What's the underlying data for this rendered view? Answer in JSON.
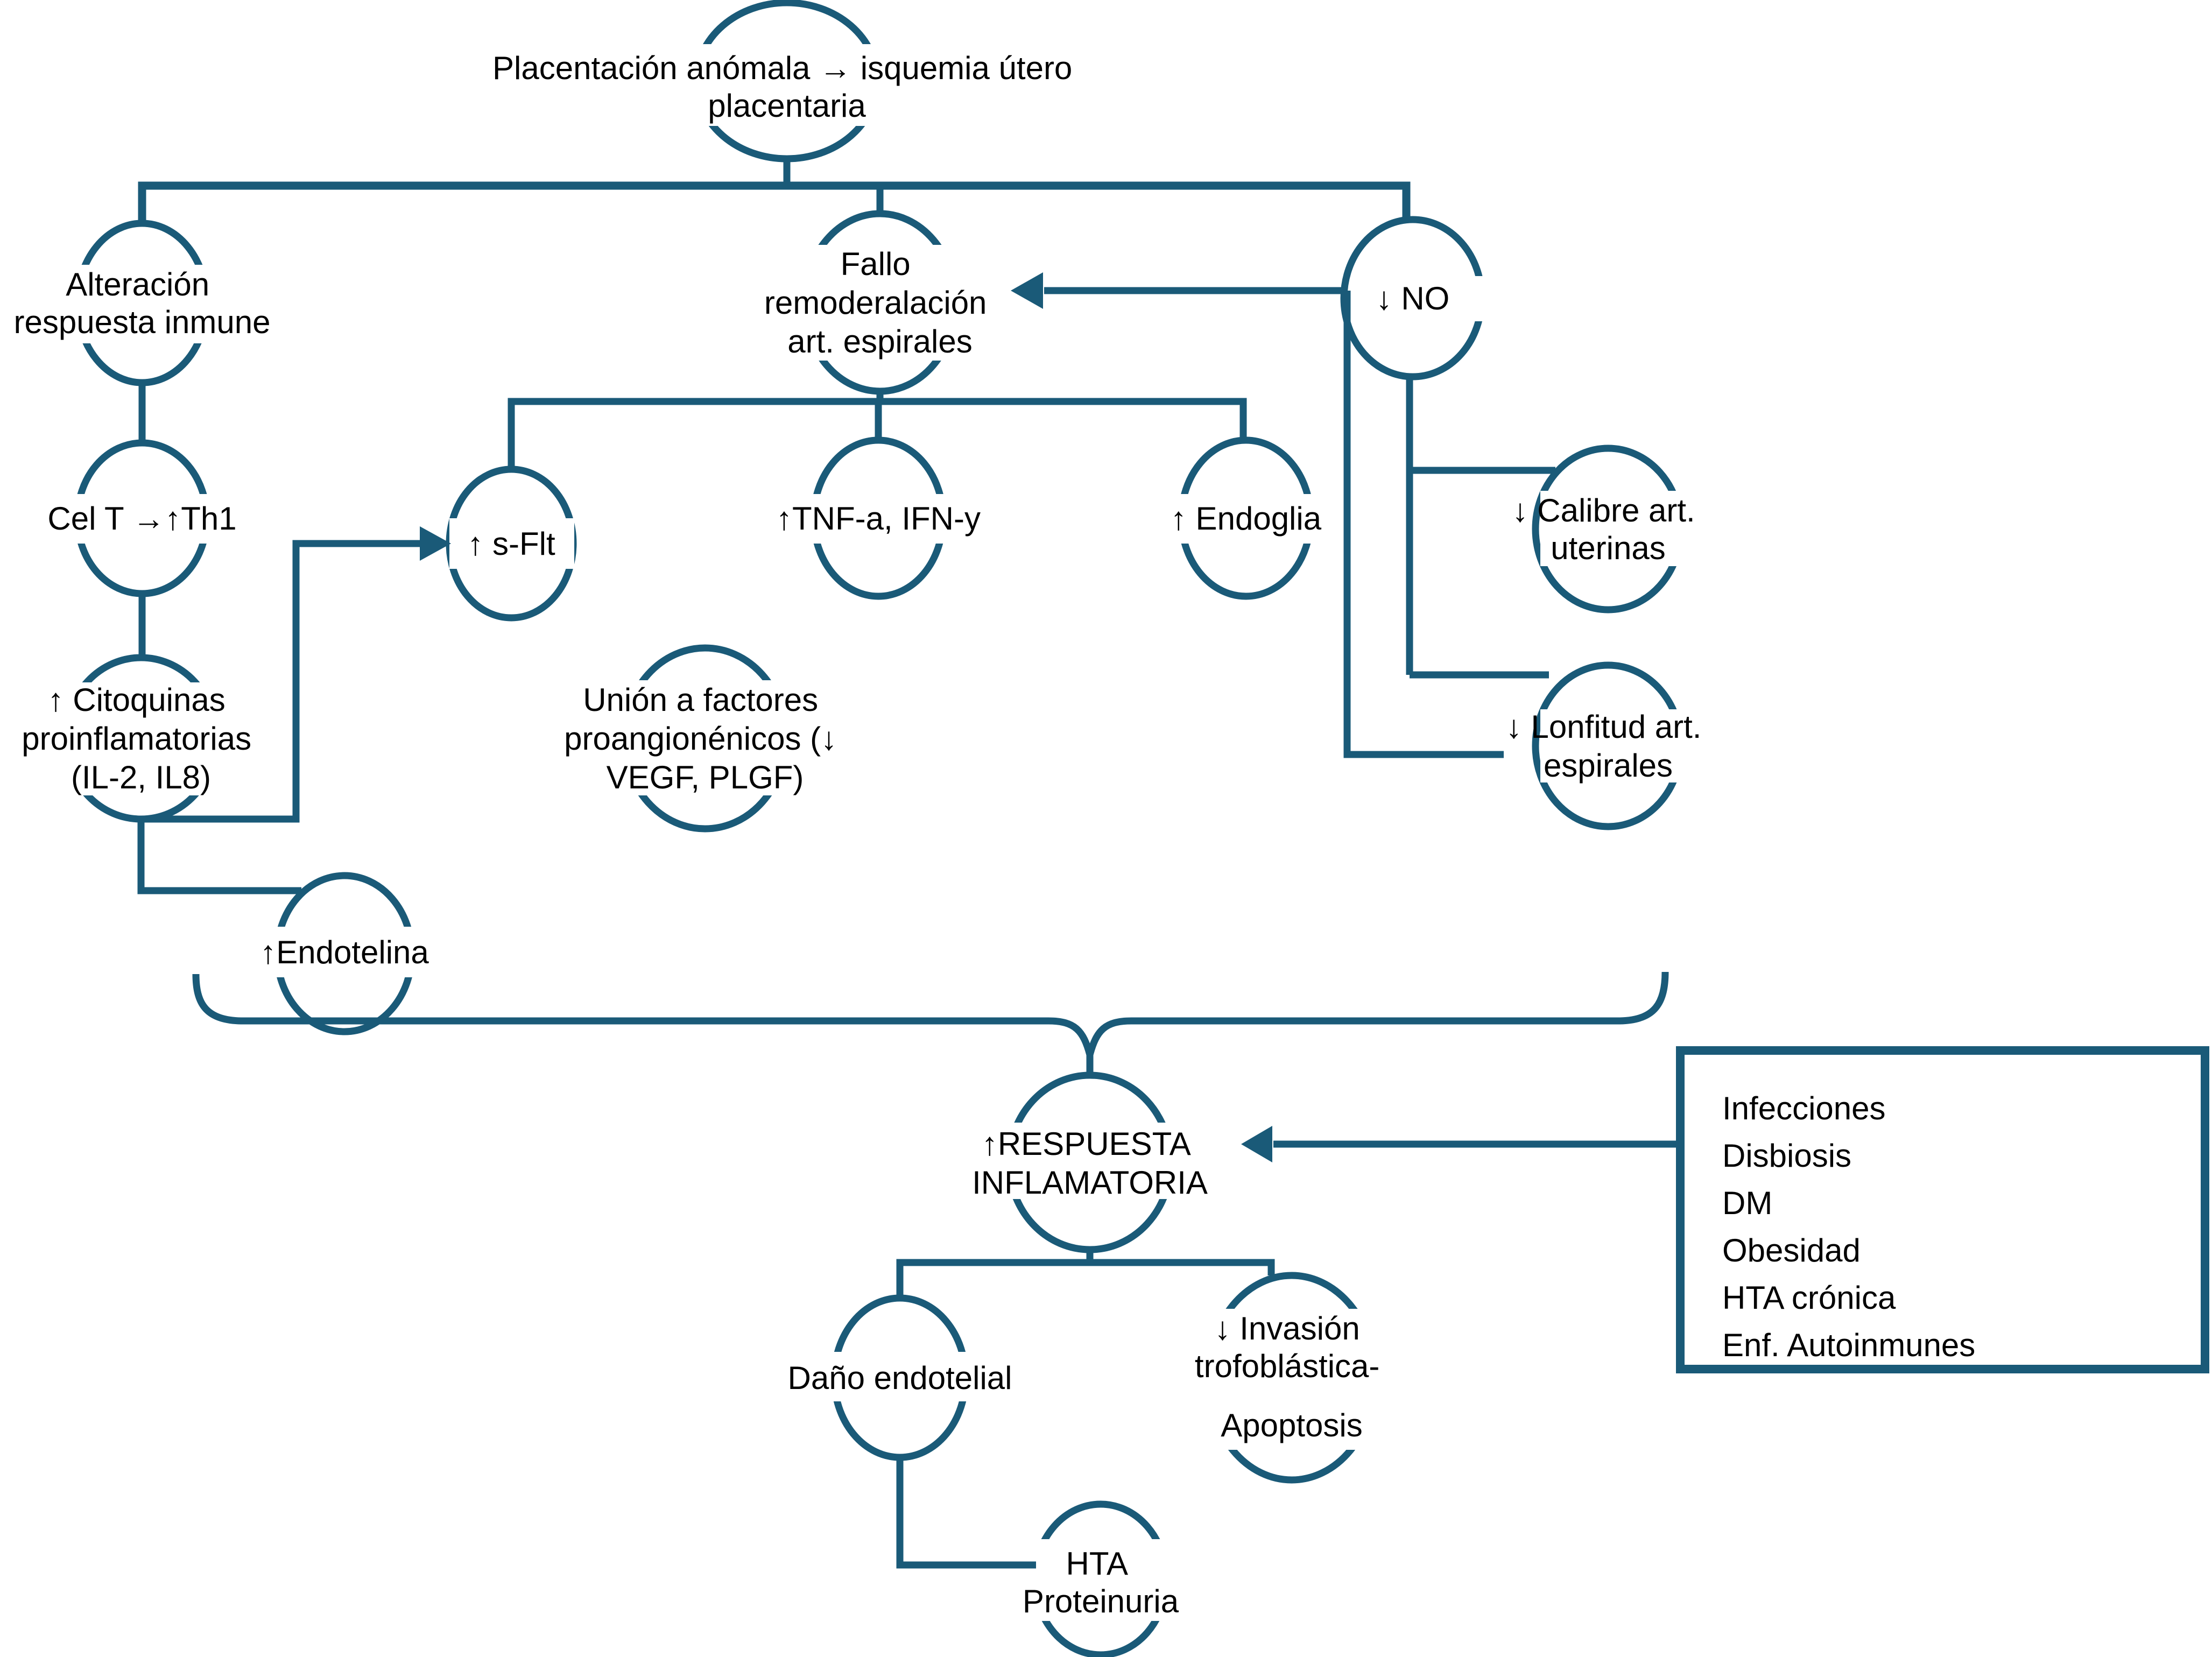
{
  "colors": {
    "line": "#1a5a78",
    "text": "#000000",
    "background": "#ffffff"
  },
  "nodes": {
    "placentacion": {
      "lines": [
        "Placentación anómala → isquemia útero",
        "placentaria"
      ]
    },
    "alteracion_inmune": {
      "lines": [
        "Alteración",
        "respuesta inmune"
      ]
    },
    "fallo_remodelacion": {
      "lines": [
        "Fallo",
        "remoderalación",
        "art. espirales"
      ]
    },
    "no": {
      "lines": [
        "↓ NO"
      ]
    },
    "cel_t": {
      "lines": [
        "Cel T →↑Th1"
      ]
    },
    "s_flt": {
      "lines": [
        "↑ s-Flt"
      ]
    },
    "tnf_ifn": {
      "lines": [
        "↑TNF-a, IFN-y"
      ]
    },
    "endoglia": {
      "lines": [
        "↑ Endoglia"
      ]
    },
    "calibre": {
      "lines": [
        "↓ Calibre art.",
        "uterinas"
      ]
    },
    "citoquinas": {
      "lines": [
        "↑ Citoquinas",
        "proinflamatorias",
        "(IL-2, IL8)"
      ]
    },
    "union_factores": {
      "lines": [
        "Unión a factores",
        "proangionénicos (↓",
        "VEGF, PLGF)"
      ]
    },
    "longitud": {
      "lines": [
        "↓ Lonfitud art.",
        "espirales"
      ]
    },
    "endotelina": {
      "lines": [
        "↑Endotelina"
      ]
    },
    "respuesta": {
      "lines": [
        "↑RESPUESTA",
        "INFLAMATORIA"
      ]
    },
    "dano_endotelial": {
      "lines": [
        "Daño endotelial"
      ]
    },
    "invasion": {
      "lines": [
        "↓ Invasión",
        "trofoblástica-",
        "Apoptosis"
      ]
    },
    "hta_proteinuria": {
      "lines": [
        "HTA",
        "Proteinuria"
      ]
    }
  },
  "risk_box": {
    "items": [
      "Infecciones",
      "Disbiosis",
      "DM",
      "Obesidad",
      "HTA crónica",
      "Enf. Autoinmunes"
    ]
  }
}
